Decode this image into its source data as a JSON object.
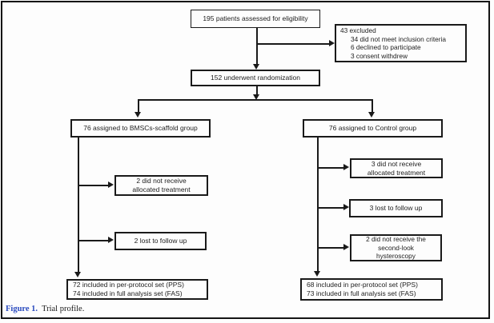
{
  "figure": {
    "caption_label": "Figure 1.",
    "caption_text": "Trial profile."
  },
  "flowchart": {
    "eligibility": {
      "label": "195 patients assessed for eligibility"
    },
    "excluded": {
      "title": "43 excluded",
      "items": [
        "34 did not meet inclusion criteria",
        "6 declined to participate",
        "3 consent withdrew"
      ]
    },
    "randomization": {
      "label": "152 underwent randomization"
    },
    "bmsc_group": {
      "label": "76 assigned to BMSCs-scaffold group"
    },
    "control_group": {
      "label": "76 assigned to Control group"
    },
    "bmsc_not_received": {
      "lines": [
        "2 did not receive",
        "allocated treatment"
      ]
    },
    "bmsc_lost_followup": {
      "label": "2 lost to follow up"
    },
    "bmsc_analysis": {
      "lines": [
        "72 included in per-protocol set (PPS)",
        "74 included in full analysis set (FAS)"
      ]
    },
    "control_not_received": {
      "lines": [
        "3 did not receive",
        "allocated treatment"
      ]
    },
    "control_lost_followup": {
      "label": "3 lost to follow up"
    },
    "control_no_hysteroscopy": {
      "lines": [
        "2 did not receive the",
        "second-look",
        "hysteroscopy"
      ]
    },
    "control_analysis": {
      "lines": [
        "68 included in per-protocol set (PPS)",
        "73 included in full analysis set (FAS)"
      ]
    }
  },
  "colors": {
    "line": "#1a1a1a",
    "text": "#1e1e1e",
    "caption_accent": "#2b4bbf",
    "background": "#fdfdfd"
  }
}
